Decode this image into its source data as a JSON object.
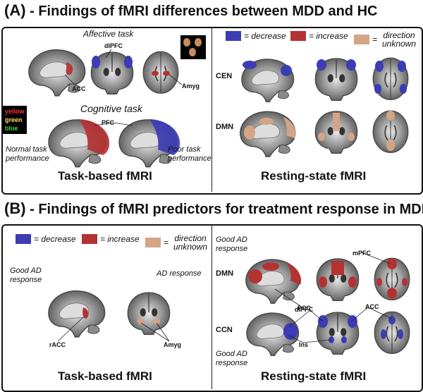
{
  "colors": {
    "decrease": "#3c3cb4",
    "increase": "#b43232",
    "unknown": "#d4a584",
    "panel_border": "#111111"
  },
  "sectionA": {
    "letter": "(A)",
    "title": "-  Findings of fMRI differences between MDD and HC",
    "affective_task": "Affective task",
    "cognitive_task": "Cognitive task",
    "labels": {
      "dlpfc": "dlPFC",
      "acc": "ACC",
      "amyg": "Amyg",
      "pfc": "PFC"
    },
    "legend_colors": [
      "yellow",
      "green",
      "blue"
    ],
    "normal_task": "Normal task performance",
    "poor_task": "Poor task performance",
    "task_based": "Task-based fMRI",
    "resting_state": "Resting-state fMRI",
    "key": {
      "decrease": "= decrease",
      "increase": "= increase",
      "unknown_eq": "=",
      "unknown": "direction unknown"
    },
    "networks": {
      "cen": "CEN",
      "dmn": "DMN"
    }
  },
  "sectionB": {
    "letter": "(B)",
    "title": "-  Findings of fMRI predictors for treatment response in MDD",
    "key": {
      "decrease": "= decrease",
      "increase": "= increase",
      "unknown_eq": "=",
      "unknown": "direction unknown"
    },
    "good_ad_left": "Good AD response",
    "ad_response": "AD response",
    "labels": {
      "racc": "rACC",
      "amyg": "Amyg",
      "mpfc": "mPFC",
      "pcc": "PCC",
      "dlpfc": "dlPFC",
      "acc": "ACC",
      "ins": "Ins"
    },
    "good_ad_top": "Good AD response",
    "good_ad_bottom": "Good AD response",
    "networks": {
      "dmn": "DMN",
      "ccn": "CCN"
    },
    "task_based": "Task-based fMRI",
    "resting_state": "Resting-state fMRI"
  }
}
